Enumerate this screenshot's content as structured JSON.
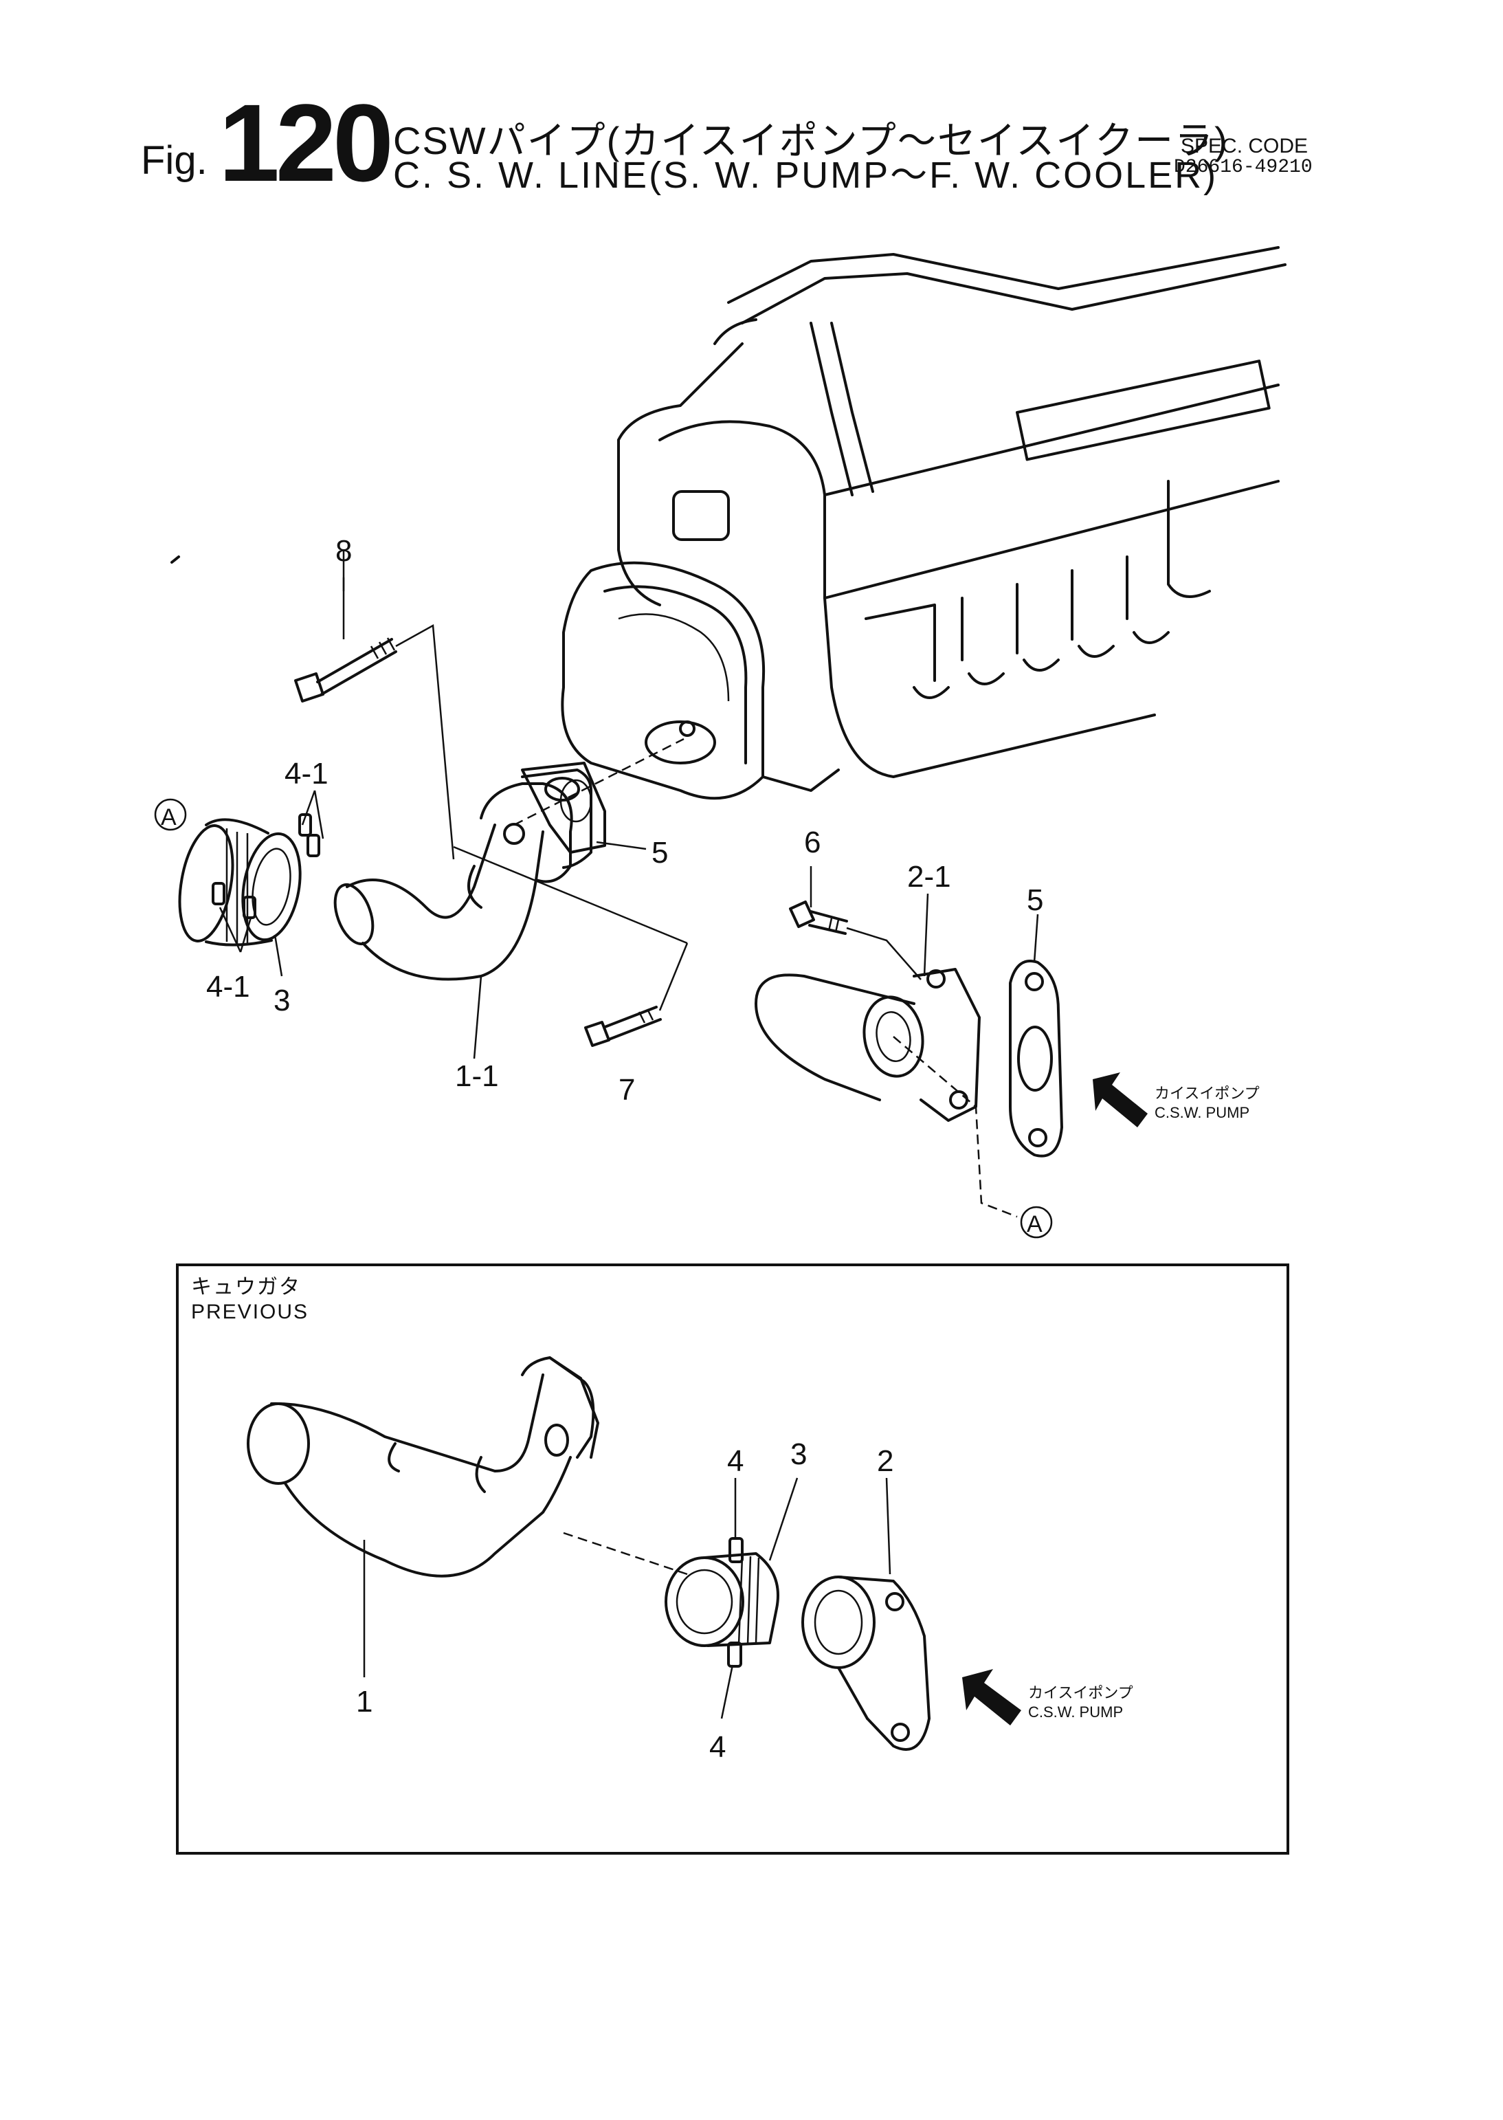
{
  "header": {
    "fig_label": "Fig.",
    "fig_number": "120",
    "title_jp": "CSWパイプ(カイスイポンプ〜セイスイクーラ)",
    "title_en": "C. S. W. LINE(S. W. PUMP〜F. W. COOLER)",
    "spec_label": "SPEC. CODE",
    "spec_code": "D26616-49210"
  },
  "callouts": {
    "p8": "8",
    "p4_1_top": "4-1",
    "p4_1_bottom": "4-1",
    "pA_left": "A",
    "p3": "3",
    "p5_left": "5",
    "p1_1": "1-1",
    "p7": "7",
    "p6": "6",
    "p2_1": "2-1",
    "p5_right": "5",
    "pA_bottom": "A"
  },
  "pump_arrow_top": {
    "jp": "カイスイポンプ",
    "en": "C.S.W. PUMP"
  },
  "previous_box": {
    "title_jp": "キュウガタ",
    "title_en": "PREVIOUS",
    "callouts": {
      "p1": "1",
      "p2": "2",
      "p3": "3",
      "p4_top": "4",
      "p4_bottom": "4"
    },
    "pump_arrow": {
      "jp": "カイスイポンプ",
      "en": "C.S.W. PUMP"
    }
  }
}
